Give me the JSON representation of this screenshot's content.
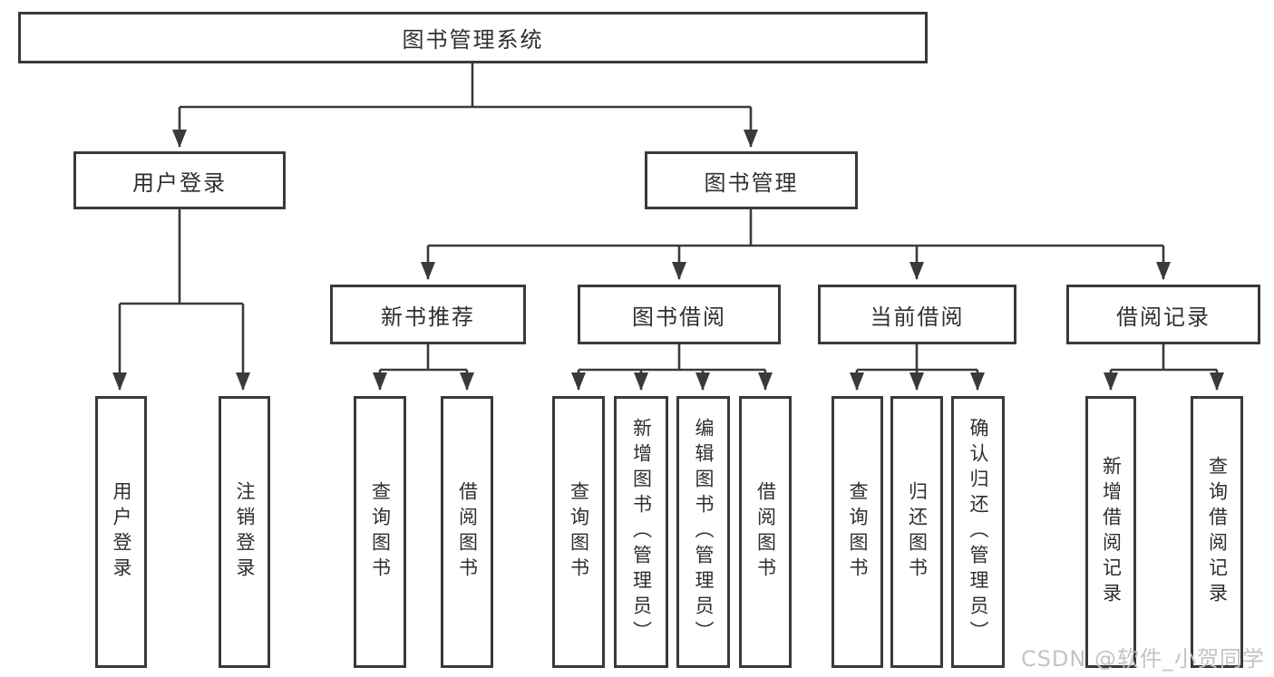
{
  "tree": {
    "root": "图书管理系统",
    "branches": [
      {
        "label": "用户登录",
        "children": [
          "用户登录",
          "注销登录"
        ]
      },
      {
        "label": "图书管理",
        "modules": [
          {
            "label": "新书推荐",
            "children": [
              "查询图书",
              "借阅图书"
            ]
          },
          {
            "label": "图书借阅",
            "children": [
              "查询图书",
              "新增图书（管理员）",
              "编辑图书（管理员）",
              "借阅图书"
            ]
          },
          {
            "label": "当前借阅",
            "children": [
              "查询图书",
              "归还图书",
              "确认归还（管理员）"
            ]
          },
          {
            "label": "借阅记录",
            "children": [
              "新增借阅记录",
              "查询借阅记录"
            ]
          }
        ]
      }
    ]
  },
  "watermark": {
    "text": "CSDN @软件_小贺同学"
  },
  "colors": {
    "line": "#3a3a3a",
    "box_background": "#ffffff",
    "watermark": "#c4c4c4"
  }
}
